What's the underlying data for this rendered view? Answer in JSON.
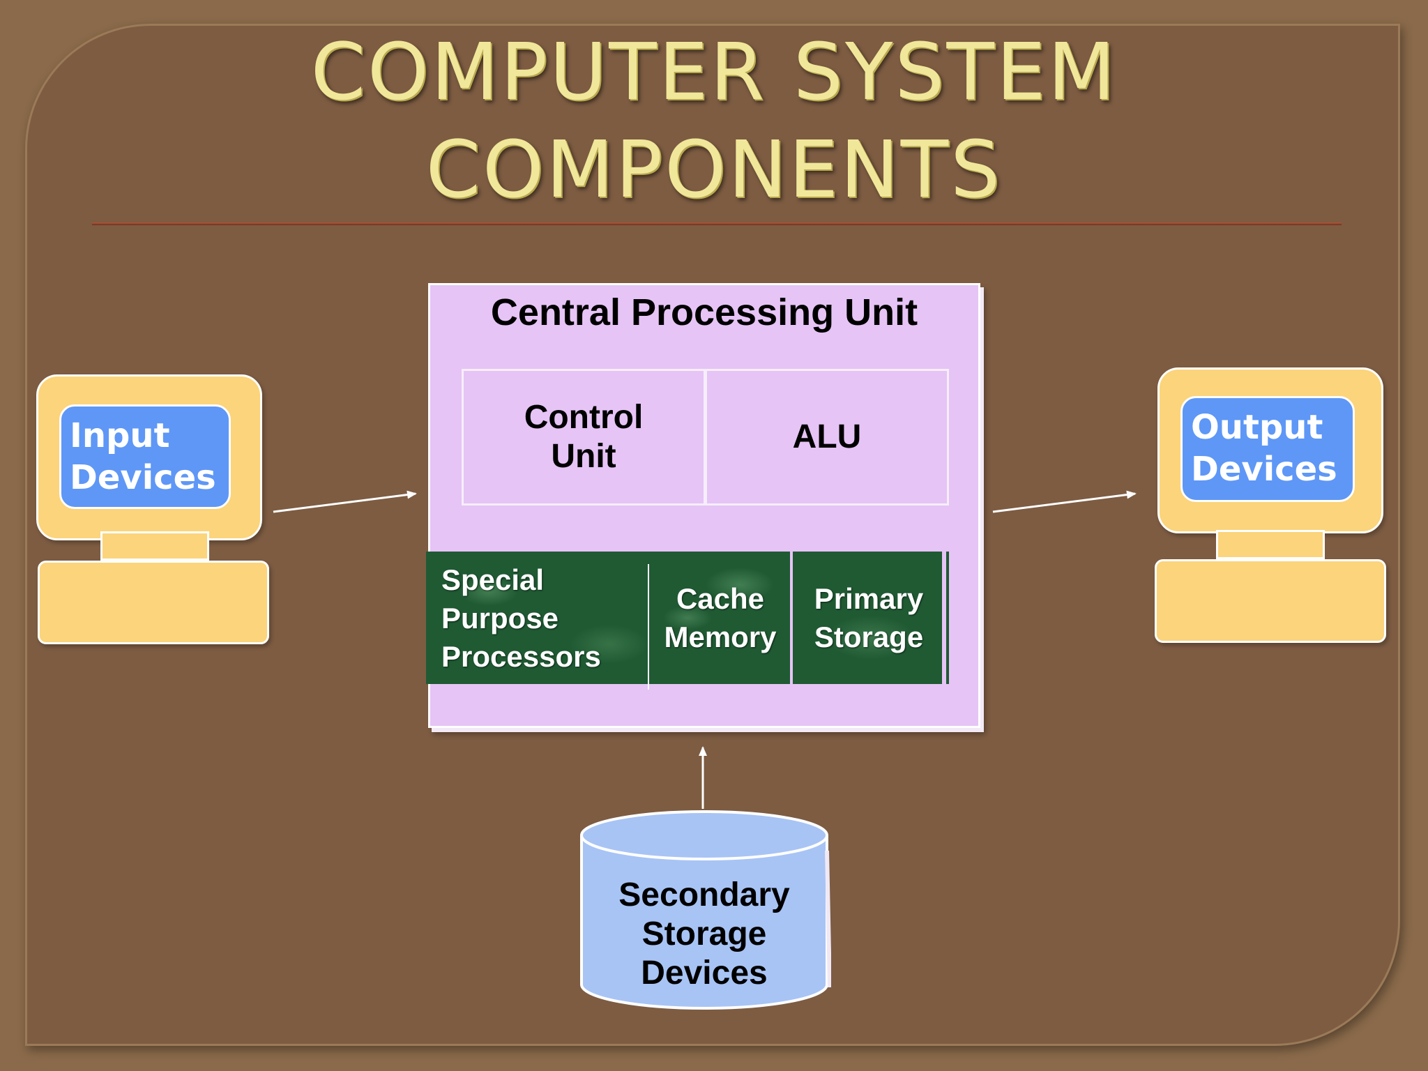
{
  "title": {
    "line1": "COMPUTER SYSTEM",
    "line2": "COMPONENTS"
  },
  "cpu": {
    "title": "Central Processing Unit",
    "control_unit": {
      "line1": "Control",
      "line2": "Unit"
    },
    "alu": "ALU",
    "special_purpose": {
      "line1": "Special",
      "line2": "Purpose",
      "line3": "Processors"
    },
    "cache_memory": {
      "line1": "Cache",
      "line2": "Memory"
    },
    "primary_storage": {
      "line1": "Primary",
      "line2": "Storage"
    }
  },
  "input_devices": {
    "line1": "Input",
    "line2": "Devices"
  },
  "output_devices": {
    "line1": "Output",
    "line2": "Devices"
  },
  "secondary_storage": {
    "line1": "Secondary",
    "line2": "Storage",
    "line3": "Devices"
  },
  "colors": {
    "background": "#7d5c42",
    "title": "#f1e79a",
    "cpu_fill": "#e6c4f5",
    "computer_body": "#fbd47b",
    "screen": "#5e97f6",
    "storage": "#a8c4f5",
    "green_band": "#1f5a33"
  }
}
